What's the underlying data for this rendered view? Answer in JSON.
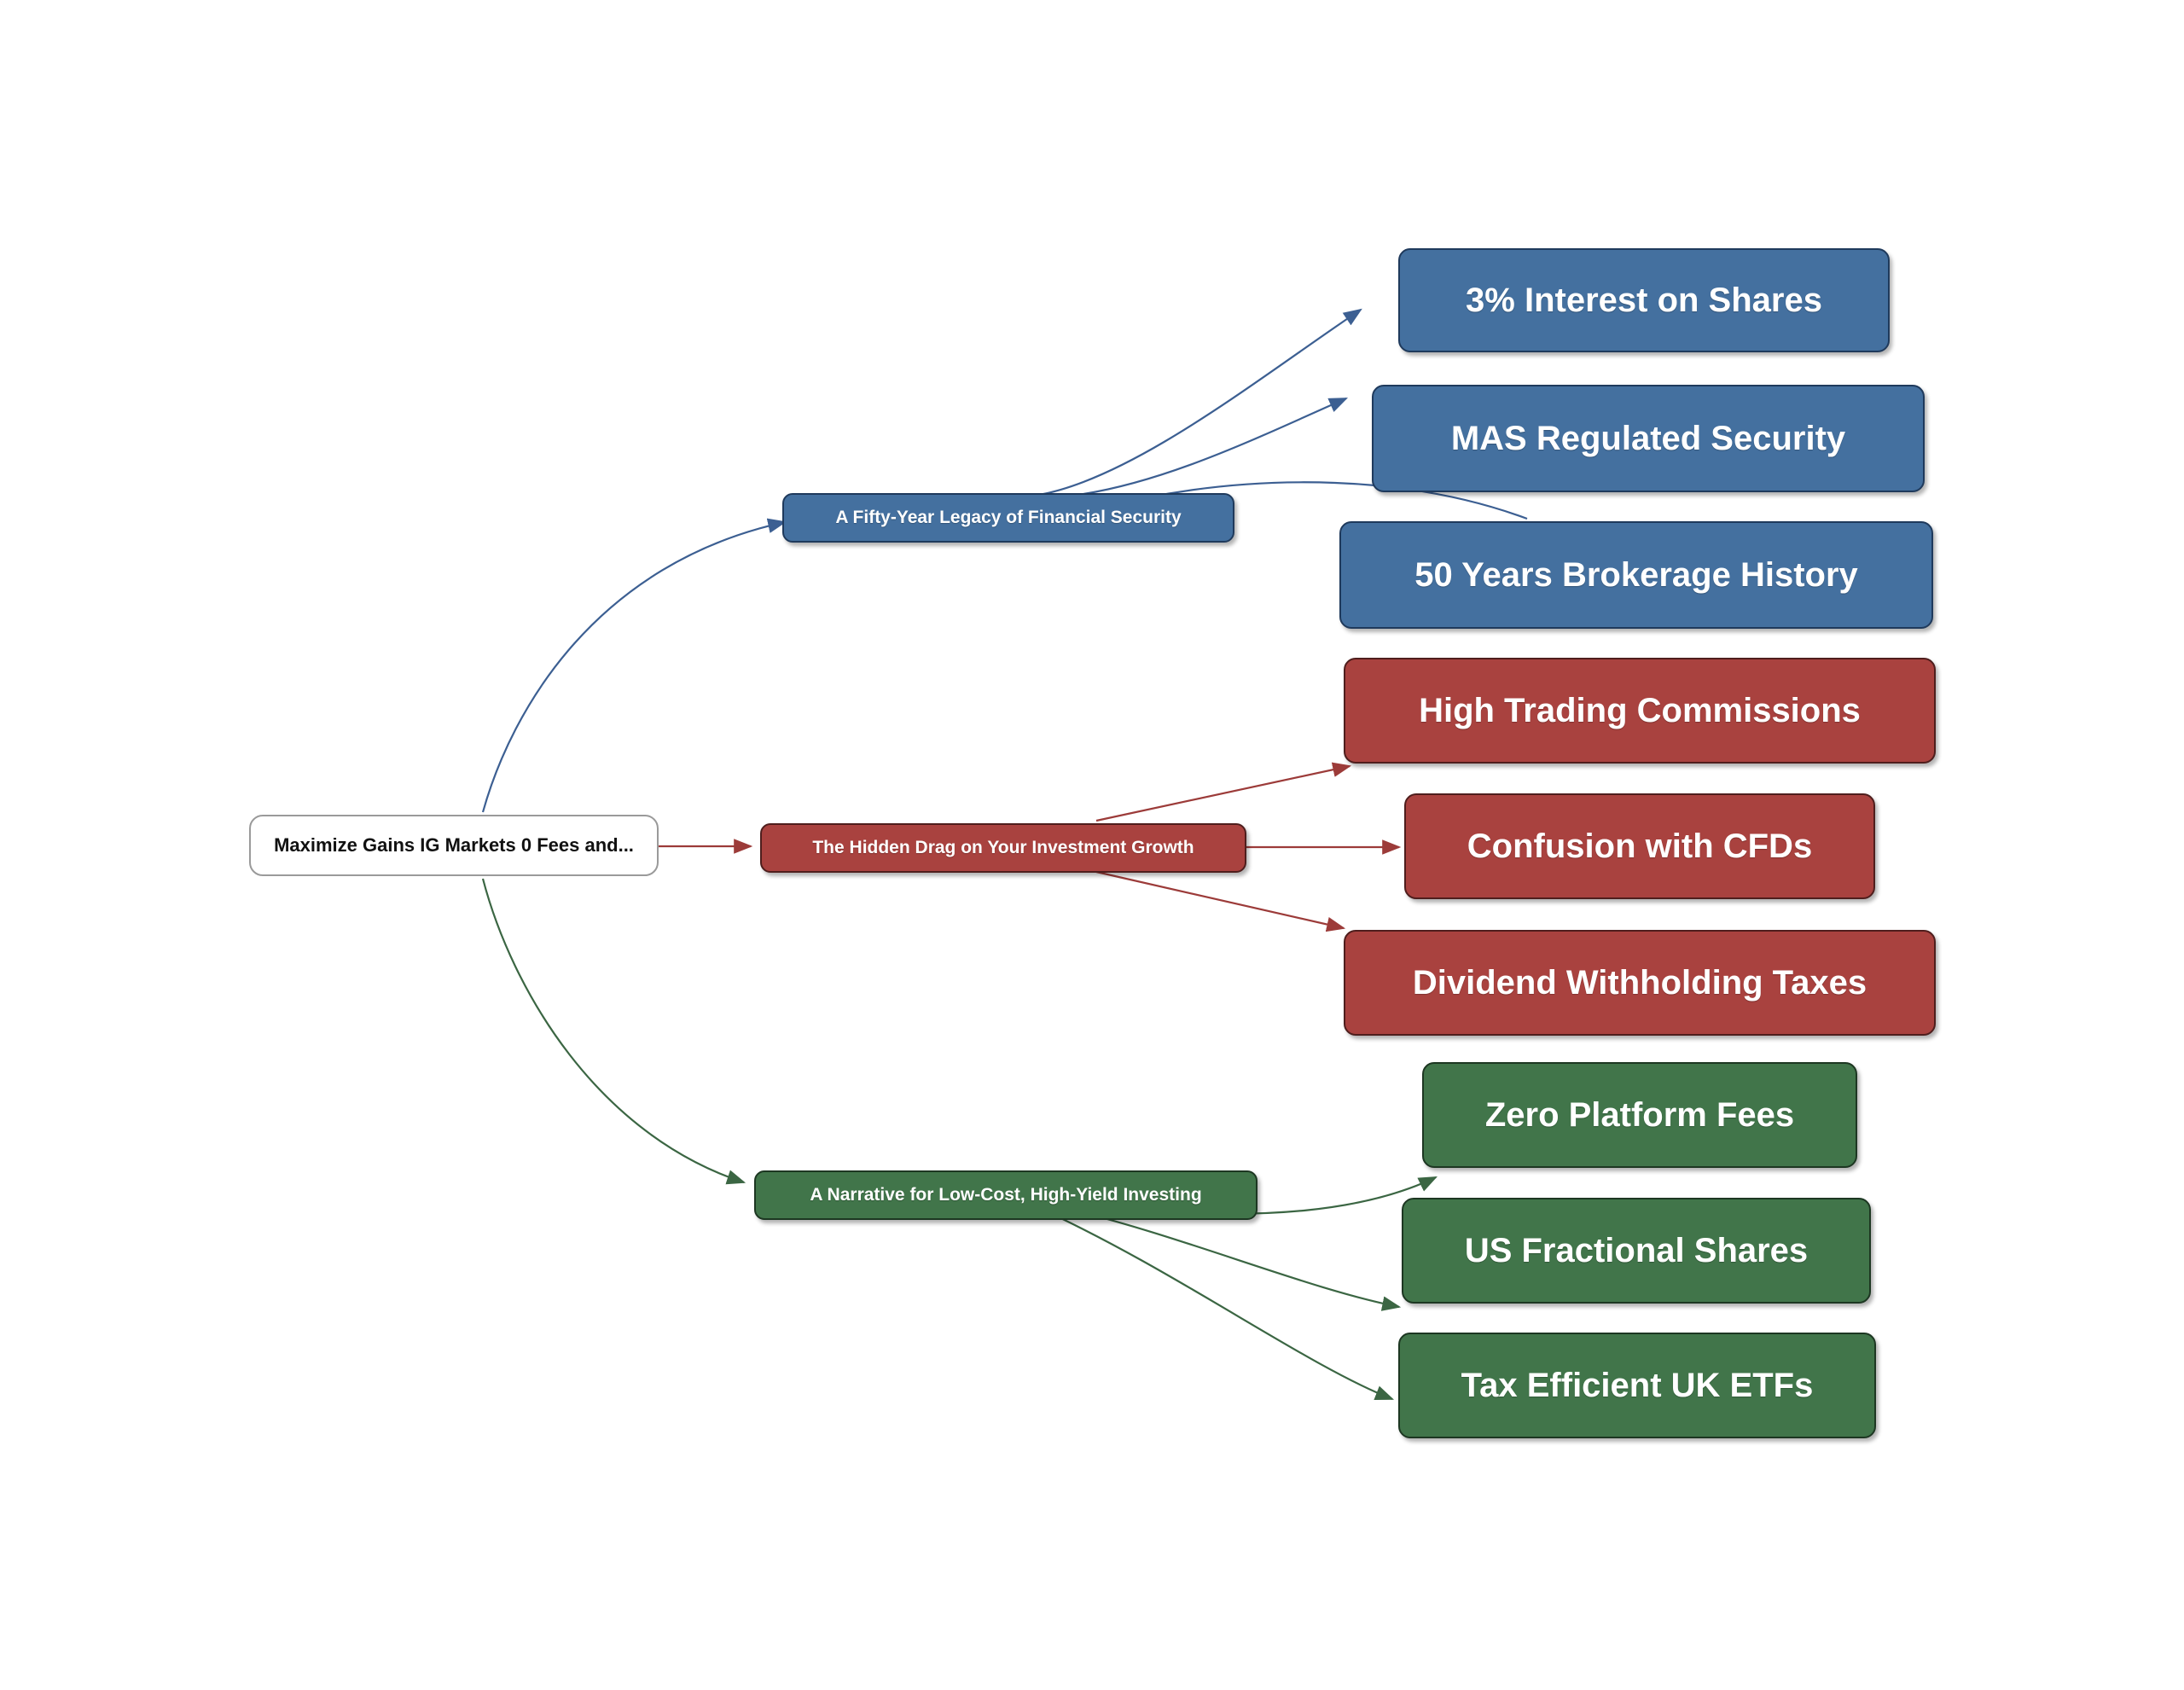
{
  "diagram": {
    "type": "mindmap",
    "background": "#ffffff",
    "root": {
      "id": "root",
      "label": "Maximize Gains IG Markets 0 Fees and...",
      "fill": "#ffffff",
      "border": "#9a9a9a",
      "text_color": "#111111"
    },
    "branches": [
      {
        "id": "branch-legacy",
        "label": "A Fifty-Year Legacy of Financial Security",
        "color": "#44709f",
        "edge_color": "#3c5f92",
        "children": [
          {
            "id": "leaf-interest",
            "label": "3% Interest on Shares"
          },
          {
            "id": "leaf-mas",
            "label": "MAS Regulated Security"
          },
          {
            "id": "leaf-history",
            "label": "50 Years Brokerage History"
          }
        ]
      },
      {
        "id": "branch-drag",
        "label": "The Hidden Drag on Your Investment Growth",
        "color": "#a9423f",
        "edge_color": "#9c3b39",
        "children": [
          {
            "id": "leaf-commissions",
            "label": "High Trading Commissions"
          },
          {
            "id": "leaf-cfds",
            "label": "Confusion with CFDs"
          },
          {
            "id": "leaf-taxes",
            "label": "Dividend Withholding Taxes"
          }
        ]
      },
      {
        "id": "branch-narrative",
        "label": "A Narrative for Low-Cost, High-Yield Investing",
        "color": "#41754a",
        "edge_color": "#3b6643",
        "children": [
          {
            "id": "leaf-zerofees",
            "label": "Zero Platform Fees"
          },
          {
            "id": "leaf-fractional",
            "label": "US Fractional Shares"
          },
          {
            "id": "leaf-etfs",
            "label": "Tax Efficient UK ETFs"
          }
        ]
      }
    ]
  }
}
